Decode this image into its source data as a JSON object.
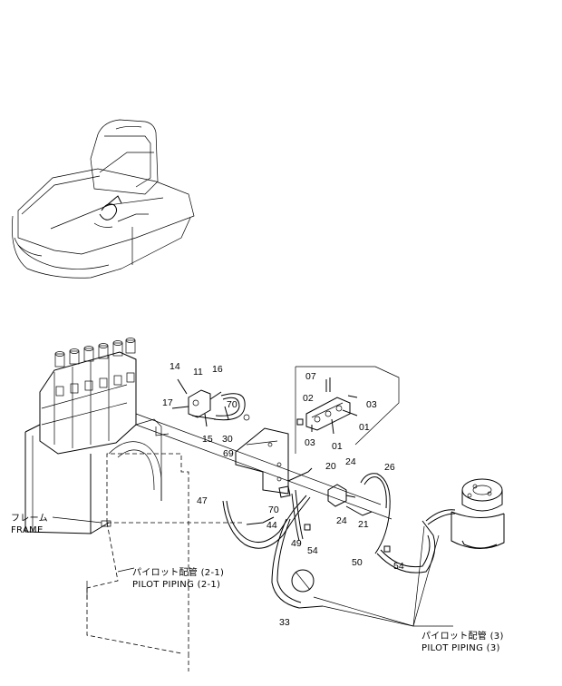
{
  "labels": {
    "frame_jp": "フレーム",
    "frame_en": "FRAME",
    "pilot21_jp": "パイロット配管 (2-1)",
    "pilot21_en": "PILOT PIPING (2-1)",
    "pilot3_jp": "パイロット配管 (3)",
    "pilot3_en": "PILOT PIPING (3)"
  },
  "parts": [
    "14",
    "11",
    "16",
    "17",
    "15",
    "30",
    "70",
    "69",
    "07",
    "02",
    "03",
    "01",
    "03",
    "01",
    "24",
    "26",
    "20",
    "21",
    "24",
    "47",
    "44",
    "70",
    "49",
    "54",
    "50",
    "54",
    "33"
  ],
  "colors": {
    "line": "#000000",
    "background": "#ffffff"
  }
}
